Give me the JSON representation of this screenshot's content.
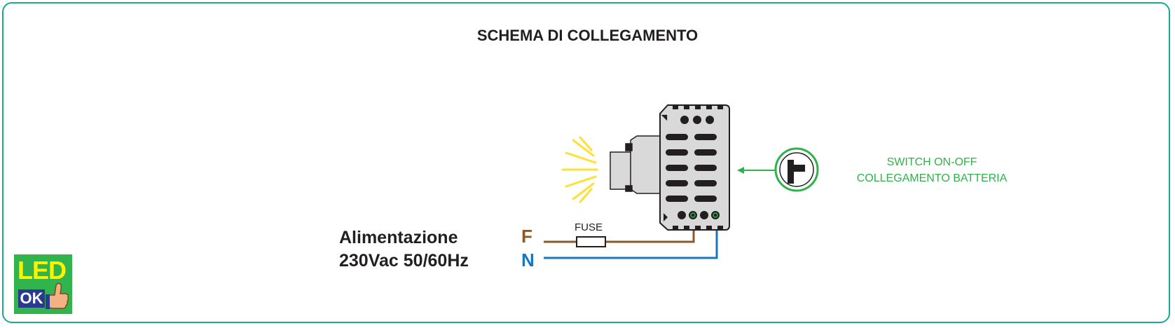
{
  "diagram": {
    "title": "SCHEMA DI COLLEGAMENTO",
    "power": {
      "line1": "Alimentazione",
      "line2": "230Vac 50/60Hz"
    },
    "wires": {
      "phase": "F",
      "neutral": "N"
    },
    "fuse_label": "FUSE",
    "switch": {
      "line1": "SWITCH ON-OFF",
      "line2": "COLLEGAMENTO BATTERIA"
    },
    "logo": {
      "top": "LED",
      "bottom": "OK"
    },
    "colors": {
      "frame": "#1aa89a",
      "phase_wire": "#8b5a2b",
      "neutral_wire": "#1b76bc",
      "switch_green": "#2db34a",
      "light_rays": "#ffe033",
      "device_body": "#d9d9d9"
    }
  }
}
